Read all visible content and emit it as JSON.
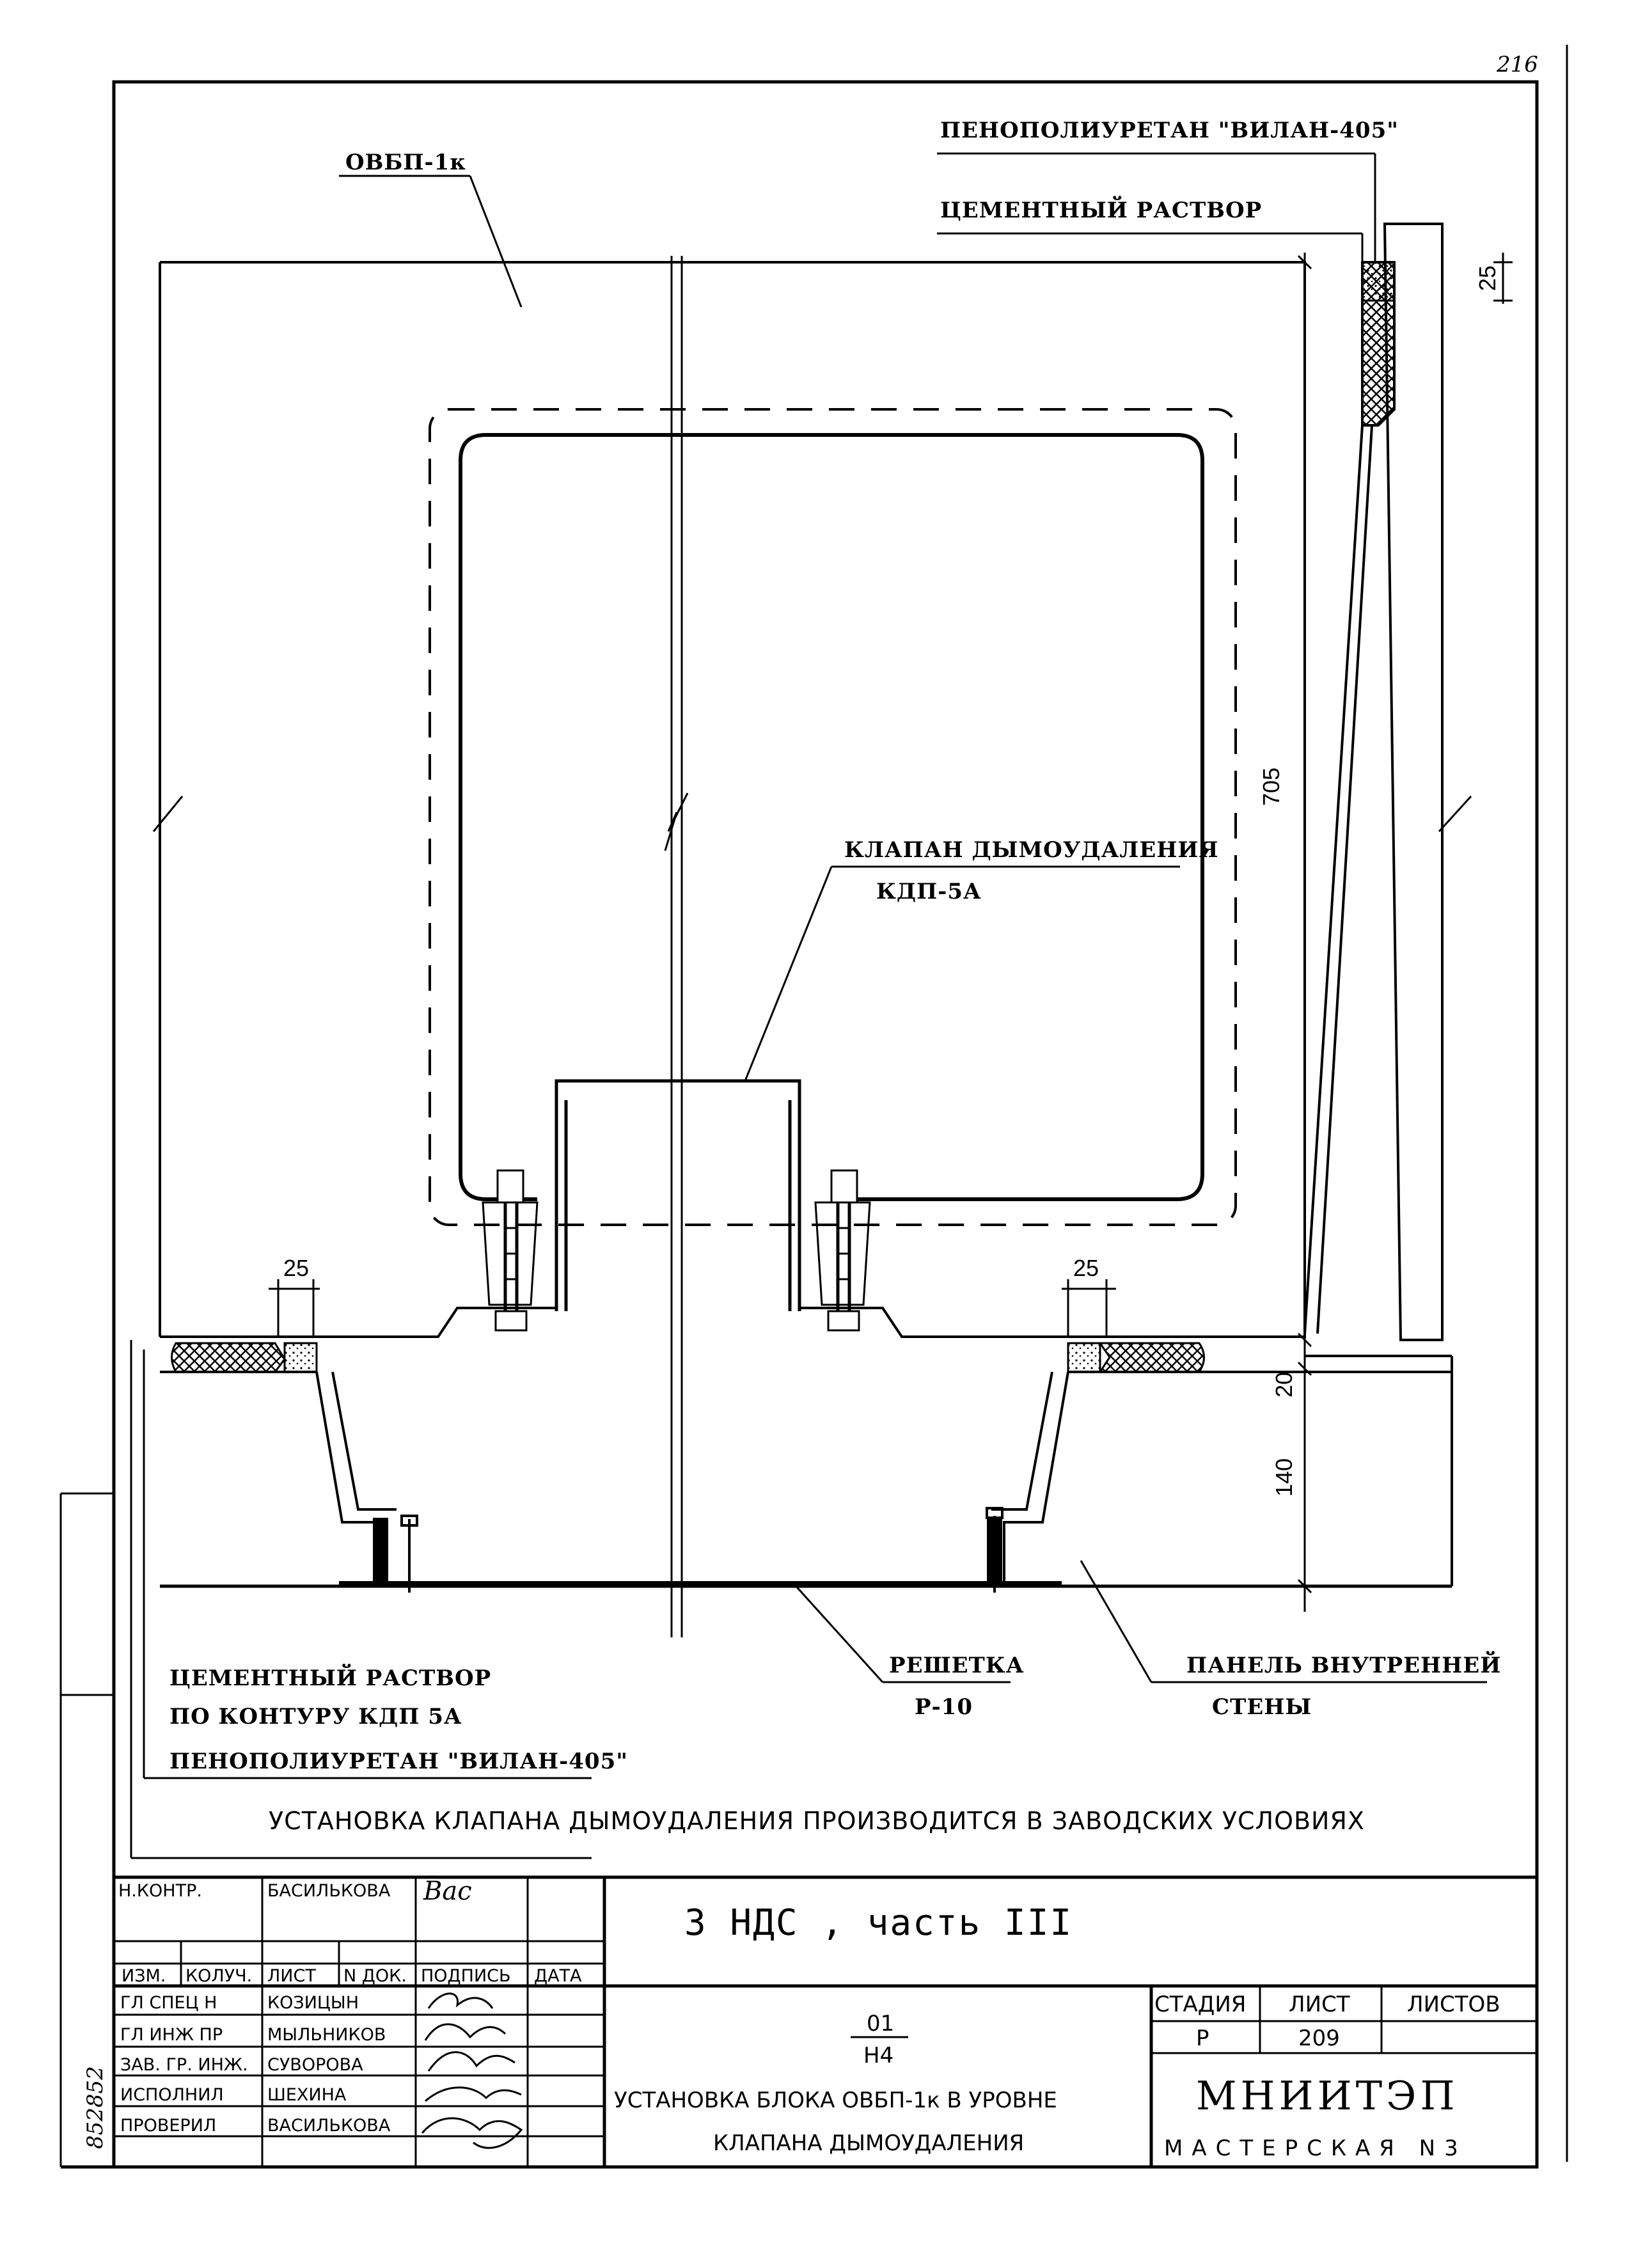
{
  "page_number": "216",
  "labels": {
    "penopoliuretan_top": "ПЕНОПОЛИУРЕТАН \"ВИЛАН-405\"",
    "cement_top": "ЦЕМЕНТНЫЙ РАСТВОР",
    "block": "ОВБП-1к",
    "valve_line1": "КЛАПАН ДЫМОУДАЛЕНИЯ",
    "valve_line2": "КДП-5А",
    "grate_line1": "РЕШЕТКА",
    "grate_line2": "Р-10",
    "panel_line1": "ПАНЕЛЬ ВНУТРЕННЕЙ",
    "panel_line2": "СТЕНЫ",
    "cement_bottom_line1": "ЦЕМЕНТНЫЙ РАСТВОР",
    "cement_bottom_line2": "ПО КОНТУРУ КДП 5А",
    "penopoliuretan_bottom": "ПЕНОПОЛИУРЕТАН \"ВИЛАН-405\"",
    "note": "УСТАНОВКА КЛАПАНА ДЫМОУДАЛЕНИЯ ПРОИЗВОДИТСЯ В ЗАВОДСКИХ УСЛОВИЯХ"
  },
  "dimensions": {
    "top_right": "25",
    "height": "705",
    "left_gap": "25",
    "right_gap": "25",
    "d20": "20",
    "d140": "140"
  },
  "title_block": {
    "project": "3 НДС , часть III",
    "code_top": "01",
    "code_bottom": "Н4",
    "title_line1": "УСТАНОВКА БЛОКА ОВБП-1к В УРОВНЕ",
    "title_line2": "КЛАПАНА ДЫМОУДАЛЕНИЯ",
    "stage_header": "СТАДИЯ",
    "sheet_header": "ЛИСТ",
    "sheets_header": "ЛИСТОВ",
    "stage": "Р",
    "sheet": "209",
    "sheets": "",
    "org": "МНИИТЭП",
    "workshop": "МАСТЕРСКАЯ N3",
    "nkontr_role": "Н.КОНТР.",
    "nkontr_name": "БАСИЛЬКОВА",
    "col_izm": "ИЗМ.",
    "col_koluch": "КОЛУЧ.",
    "col_list": "ЛИСТ",
    "col_ndok": "N ДОК.",
    "col_podpis": "ПОДПИСЬ",
    "col_data": "ДАТА",
    "rows": [
      {
        "role": "ГЛ СПЕЦ Н",
        "name": "КОЗИЦЫН"
      },
      {
        "role": "ГЛ ИНЖ ПР",
        "name": "МЫЛЬНИКОВ"
      },
      {
        "role": "ЗАВ. ГР. ИНЖ.",
        "name": "СУВОРОВА"
      },
      {
        "role": "ИСПОЛНИЛ",
        "name": "ШЕХИНА"
      },
      {
        "role": "ПРОВЕРИЛ",
        "name": "ВАСИЛЬКОВА"
      }
    ],
    "inventory_number": "852852"
  }
}
